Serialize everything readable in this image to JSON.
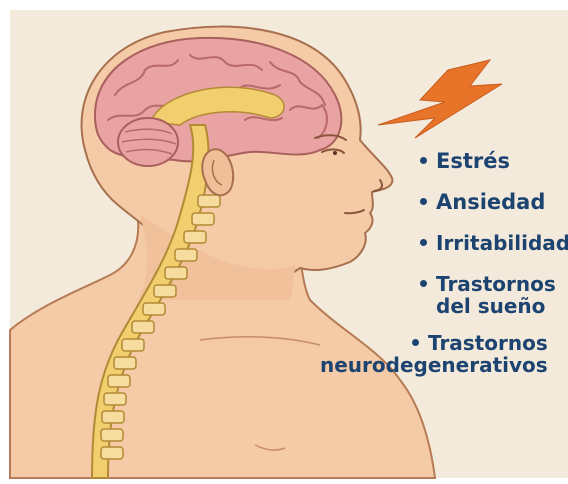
{
  "symptoms": {
    "items": [
      {
        "label": "Estrés"
      },
      {
        "label": "Ansiedad"
      },
      {
        "label": "Irritabilidad"
      },
      {
        "label": "Trastornos",
        "label2": "del sueño"
      },
      {
        "label": "Trastornos",
        "label2": "neurodegenerativos"
      }
    ]
  },
  "colors": {
    "background": "#f3eadc",
    "skin": "#f4cba6",
    "brain": "#e9a3a3",
    "spinal_cord": "#f2cf6e",
    "lightning": "#e8742a",
    "text": "#1d4470"
  }
}
